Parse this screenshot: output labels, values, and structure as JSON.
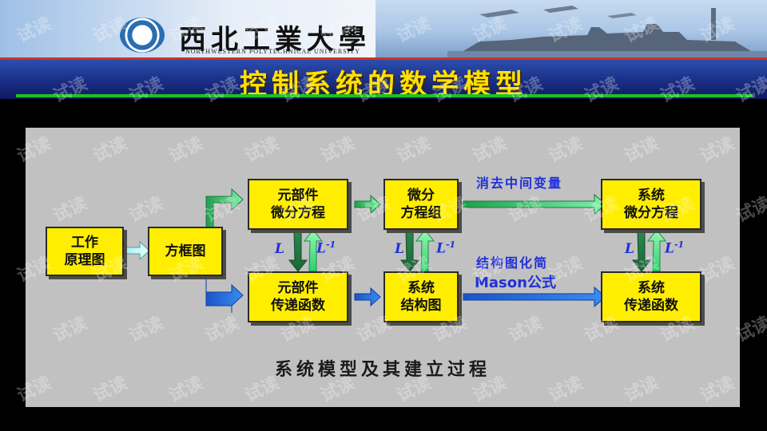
{
  "header": {
    "university_name": "西北工業大學",
    "university_name_en": "NORTHWESTERN POLYTECHNICAL UNIVERSITY",
    "logo_icon": "university-emblem-icon"
  },
  "title": "控制系统的数学模型",
  "diagram": {
    "nodes": {
      "work_principle": [
        "工作",
        "原理图"
      ],
      "block_diagram": [
        "方框图"
      ],
      "component_diff_eq": [
        "元部件",
        "微分方程"
      ],
      "diff_eq_group": [
        "微分",
        "方程组"
      ],
      "system_diff_eq": [
        "系统",
        "微分方程"
      ],
      "component_tf": [
        "元部件",
        "传递函数"
      ],
      "system_structure": [
        "系统",
        "结构图"
      ],
      "system_tf": [
        "系统",
        "传递函数"
      ]
    },
    "labels": {
      "eliminate": "消去中间变量",
      "simplify": "结构图化简",
      "mason": "Mason公式",
      "L": "L",
      "Linv_base": "L",
      "Linv_sup": "-1"
    },
    "caption": "系统模型及其建立过程"
  },
  "watermark": "试读",
  "colors": {
    "title_text": "#ffe000",
    "title_bar": "#1a2e86",
    "box_fill": "#ffee00",
    "arrow_green": "#2ecc71",
    "arrow_blue": "#1f6fe0",
    "label_blue": "#2030d8",
    "panel": "#c1c1c1"
  }
}
